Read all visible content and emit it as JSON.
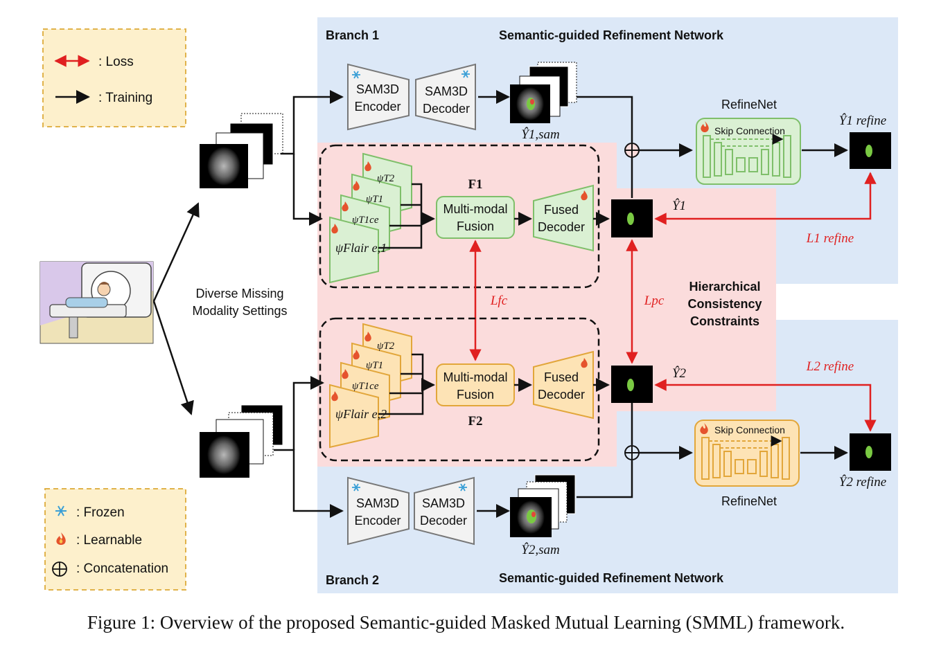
{
  "legend_top": {
    "loss_label": ": Loss",
    "training_label": ": Training"
  },
  "legend_bottom": {
    "frozen_label": ": Frozen",
    "learnable_label": ": Learnable",
    "concat_label": ": Concatenation"
  },
  "branch1": {
    "label": "Branch 1",
    "title": "Semantic-guided Refinement Network",
    "encoder": [
      "SAM3D",
      "Encoder"
    ],
    "decoder": [
      "SAM3D",
      "Decoder"
    ],
    "sam_output": "Ŷ1,sam",
    "refinenet_label": "RefineNet",
    "skip_label": "Skip Connection",
    "refine_output": "Ŷ1 refine",
    "fusion": [
      "Multi-modal",
      "Fusion"
    ],
    "fused_decoder": [
      "Fused",
      "Decoder"
    ],
    "feature_label": "F1",
    "modalities": [
      "ψT2",
      "ψT1",
      "ψT1ce",
      "ψFlair e,1"
    ],
    "pred": "Ŷ1",
    "refine_loss": "L1 refine"
  },
  "branch2": {
    "label": "Branch 2",
    "title": "Semantic-guided Refinement Network",
    "encoder": [
      "SAM3D",
      "Encoder"
    ],
    "decoder": [
      "SAM3D",
      "Decoder"
    ],
    "sam_output": "Ŷ2,sam",
    "refinenet_label": "RefineNet",
    "skip_label": "Skip Connection",
    "refine_output": "Ŷ2 refine",
    "fusion": [
      "Multi-modal",
      "Fusion"
    ],
    "fused_decoder": [
      "Fused",
      "Decoder"
    ],
    "feature_label": "F2",
    "modalities": [
      "ψT2",
      "ψT1",
      "ψT1ce",
      "ψFlair e,2"
    ],
    "pred": "Ŷ2",
    "refine_loss": "L2 refine"
  },
  "center": {
    "missing_label": [
      "Diverse Missing",
      "Modality Settings"
    ],
    "hcc_label": [
      "Hierarchical",
      "Consistency",
      "Constraints"
    ],
    "fc_loss": "Lfc",
    "pc_loss": "Lpc"
  },
  "caption": "Figure 1: Overview of the proposed Semantic-guided Masked Mutual Learning (SMML) framework.",
  "colors": {
    "blue_panel": "#dce8f7",
    "pink_panel": "#fbdcdc",
    "legend_fill": "#fdf0cc",
    "legend_border": "#e0b24a",
    "green_fill": "#daf0d3",
    "green_border": "#7fbf6a",
    "orange_fill": "#fde3b5",
    "orange_border": "#e2a63a",
    "loss_red": "#e02020"
  }
}
